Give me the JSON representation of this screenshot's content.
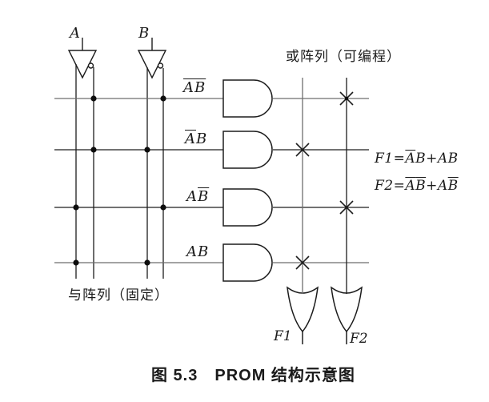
{
  "figure": {
    "caption": "图 5.3　PROM 结构示意图",
    "or_array_label": "或阵列（可编程）",
    "and_array_label": "与阵列（固定）"
  },
  "inputs": [
    {
      "label": "A"
    },
    {
      "label": "B"
    }
  ],
  "product_terms": [
    {
      "segments": [
        {
          "t": "A",
          "ov": true
        },
        {
          "t": "B",
          "ov": true
        }
      ]
    },
    {
      "segments": [
        {
          "t": "A",
          "ov": true
        },
        {
          "t": "B",
          "ov": false
        }
      ]
    },
    {
      "segments": [
        {
          "t": "A",
          "ov": false
        },
        {
          "t": "B",
          "ov": true
        }
      ]
    },
    {
      "segments": [
        {
          "t": "A",
          "ov": false
        },
        {
          "t": "B",
          "ov": false
        }
      ]
    }
  ],
  "outputs": [
    {
      "label": "F1"
    },
    {
      "label": "F2"
    }
  ],
  "equations": [
    {
      "segments": [
        {
          "t": "F1=",
          "ov": false
        },
        {
          "t": "A",
          "ov": true
        },
        {
          "t": "B+AB",
          "ov": false
        }
      ]
    },
    {
      "segments": [
        {
          "t": "F2=",
          "ov": false
        },
        {
          "t": "A",
          "ov": true
        },
        {
          "t": "B",
          "ov": true
        },
        {
          "t": "+A",
          "ov": false
        },
        {
          "t": "B",
          "ov": true
        }
      ]
    }
  ],
  "connections": {
    "and_array_fixed_dots": [
      {
        "row": 1,
        "term": "NOT-A NOT-B",
        "columns": [
          "NOT-A",
          "NOT-B"
        ]
      },
      {
        "row": 2,
        "term": "NOT-A B",
        "columns": [
          "NOT-A",
          "B"
        ]
      },
      {
        "row": 3,
        "term": "A NOT-B",
        "columns": [
          "A",
          "NOT-B"
        ]
      },
      {
        "row": 4,
        "term": "A B",
        "columns": [
          "A",
          "B"
        ]
      }
    ],
    "or_array_programmed_crosses": [
      {
        "row": 1,
        "output": "F2"
      },
      {
        "row": 2,
        "output": "F1"
      },
      {
        "row": 3,
        "output": "F2"
      },
      {
        "row": 4,
        "output": "F1"
      }
    ]
  },
  "colors": {
    "background": "#ffffff",
    "line_dark": "#1d1d1d",
    "line_gray": "#6e6e6e",
    "text": "#1a1a1a"
  }
}
